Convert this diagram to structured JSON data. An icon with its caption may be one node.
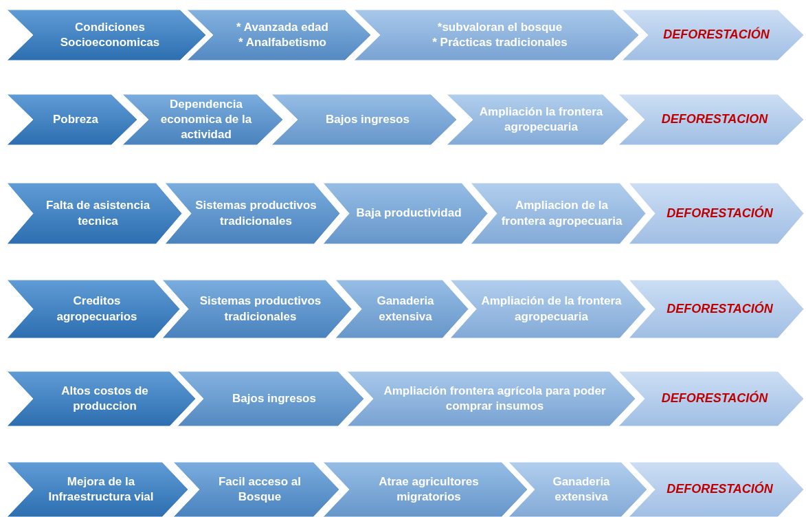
{
  "diagram": {
    "nodes": [
      {
        "text": [
          "Condiciones Socioeconomicas"
        ]
      },
      {
        "text": [
          "* Avanzada edad",
          "* Analfabetismo"
        ]
      },
      {
        "text": [
          "*subvaloran el bosque",
          "* Prácticas tradicionales"
        ]
      },
      {
        "text": [
          "DEFORESTACIÓN"
        ]
      },
      {
        "text": [
          "Pobreza"
        ]
      },
      {
        "text": [
          "Dependencia economica de la actividad"
        ]
      },
      {
        "text": [
          "Bajos ingresos"
        ]
      },
      {
        "text": [
          "Ampliación la frontera agropecuaria"
        ]
      },
      {
        "text": [
          "DEFORESTACION"
        ]
      },
      {
        "text": [
          "Falta de asistencia tecnica"
        ]
      },
      {
        "text": [
          "Sistemas productivos tradicionales"
        ]
      },
      {
        "text": [
          "Baja productividad"
        ]
      },
      {
        "text": [
          "Ampliacion de la frontera agropecuaria"
        ]
      },
      {
        "text": [
          "DEFORESTACIÓN"
        ]
      },
      {
        "text": [
          "Creditos agropecuarios"
        ]
      },
      {
        "text": [
          "Sistemas productivos tradicionales"
        ]
      },
      {
        "text": [
          "Ganaderia extensiva"
        ]
      },
      {
        "text": [
          "Ampliación de la frontera agropecuaria"
        ]
      },
      {
        "text": [
          "DEFORESTACIÓN"
        ]
      },
      {
        "text": [
          "Altos costos de produccion"
        ]
      },
      {
        "text": [
          "Bajos ingresos"
        ]
      },
      {
        "text": [
          "Ampliación frontera agrícola para poder comprar insumos"
        ]
      },
      {
        "text": [
          "DEFORESTACIÓN"
        ]
      },
      {
        "text": [
          "Mejora de la Infraestructura vial"
        ]
      },
      {
        "text": [
          "Facil acceso al Bosque"
        ]
      },
      {
        "text": [
          "Atrae agricultores migratorios"
        ]
      },
      {
        "text": [
          "Ganaderia extensiva"
        ]
      },
      {
        "text": [
          "DEFORESTACIÓN"
        ]
      }
    ]
  }
}
